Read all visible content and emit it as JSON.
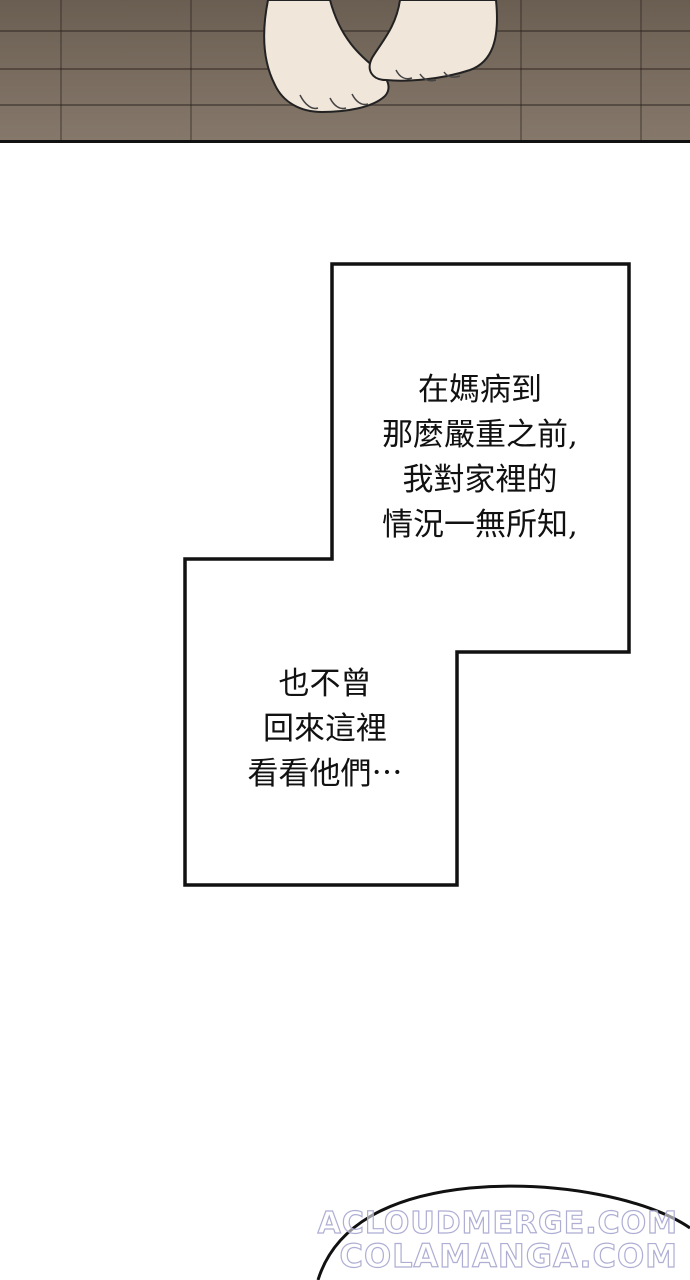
{
  "panel_top": {
    "scene": "bare-feet-on-wooden-floor",
    "floor_color": "#776a5d"
  },
  "captions": [
    {
      "lines": "在媽病到\n那麼嚴重之前,\n我對家裡的\n情況一無所知,"
    },
    {
      "lines": "也不曾\n回來這裡\n看看他們⋯"
    }
  ],
  "watermark": {
    "line1": "ACLOUDMERGE.COM",
    "line2": "COLAMANGA.COM"
  }
}
